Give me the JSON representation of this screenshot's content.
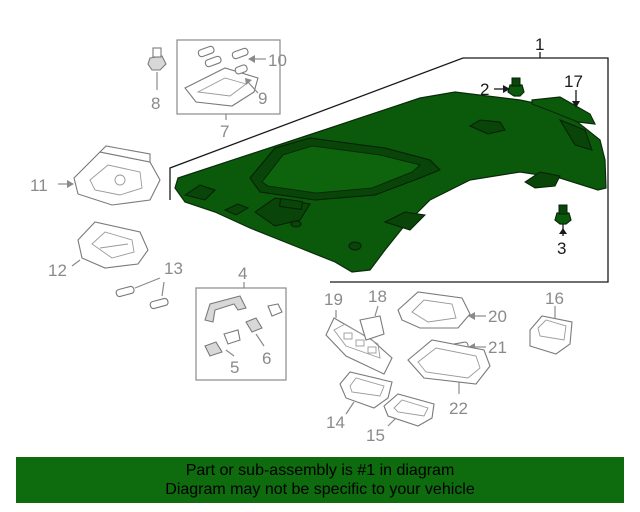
{
  "callouts": {
    "c1": "1",
    "c2": "2",
    "c3": "3",
    "c4": "4",
    "c5": "5",
    "c6": "6",
    "c7": "7",
    "c8": "8",
    "c9": "9",
    "c10": "10",
    "c11": "11",
    "c12": "12",
    "c13": "13",
    "c14": "14",
    "c15": "15",
    "c16": "16",
    "c17": "17",
    "c18": "18",
    "c19": "19",
    "c20": "20",
    "c21": "21",
    "c22": "22"
  },
  "banner": {
    "line1": "Part or sub-assembly is #1 in diagram",
    "line2": "Diagram may not be specific to your vehicle"
  },
  "colors": {
    "highlight_part": "#0b5a0b",
    "banner_background": "#0e6b0e",
    "callout_highlight": "#1a1a1a",
    "callout_other": "#8a8a8a"
  }
}
